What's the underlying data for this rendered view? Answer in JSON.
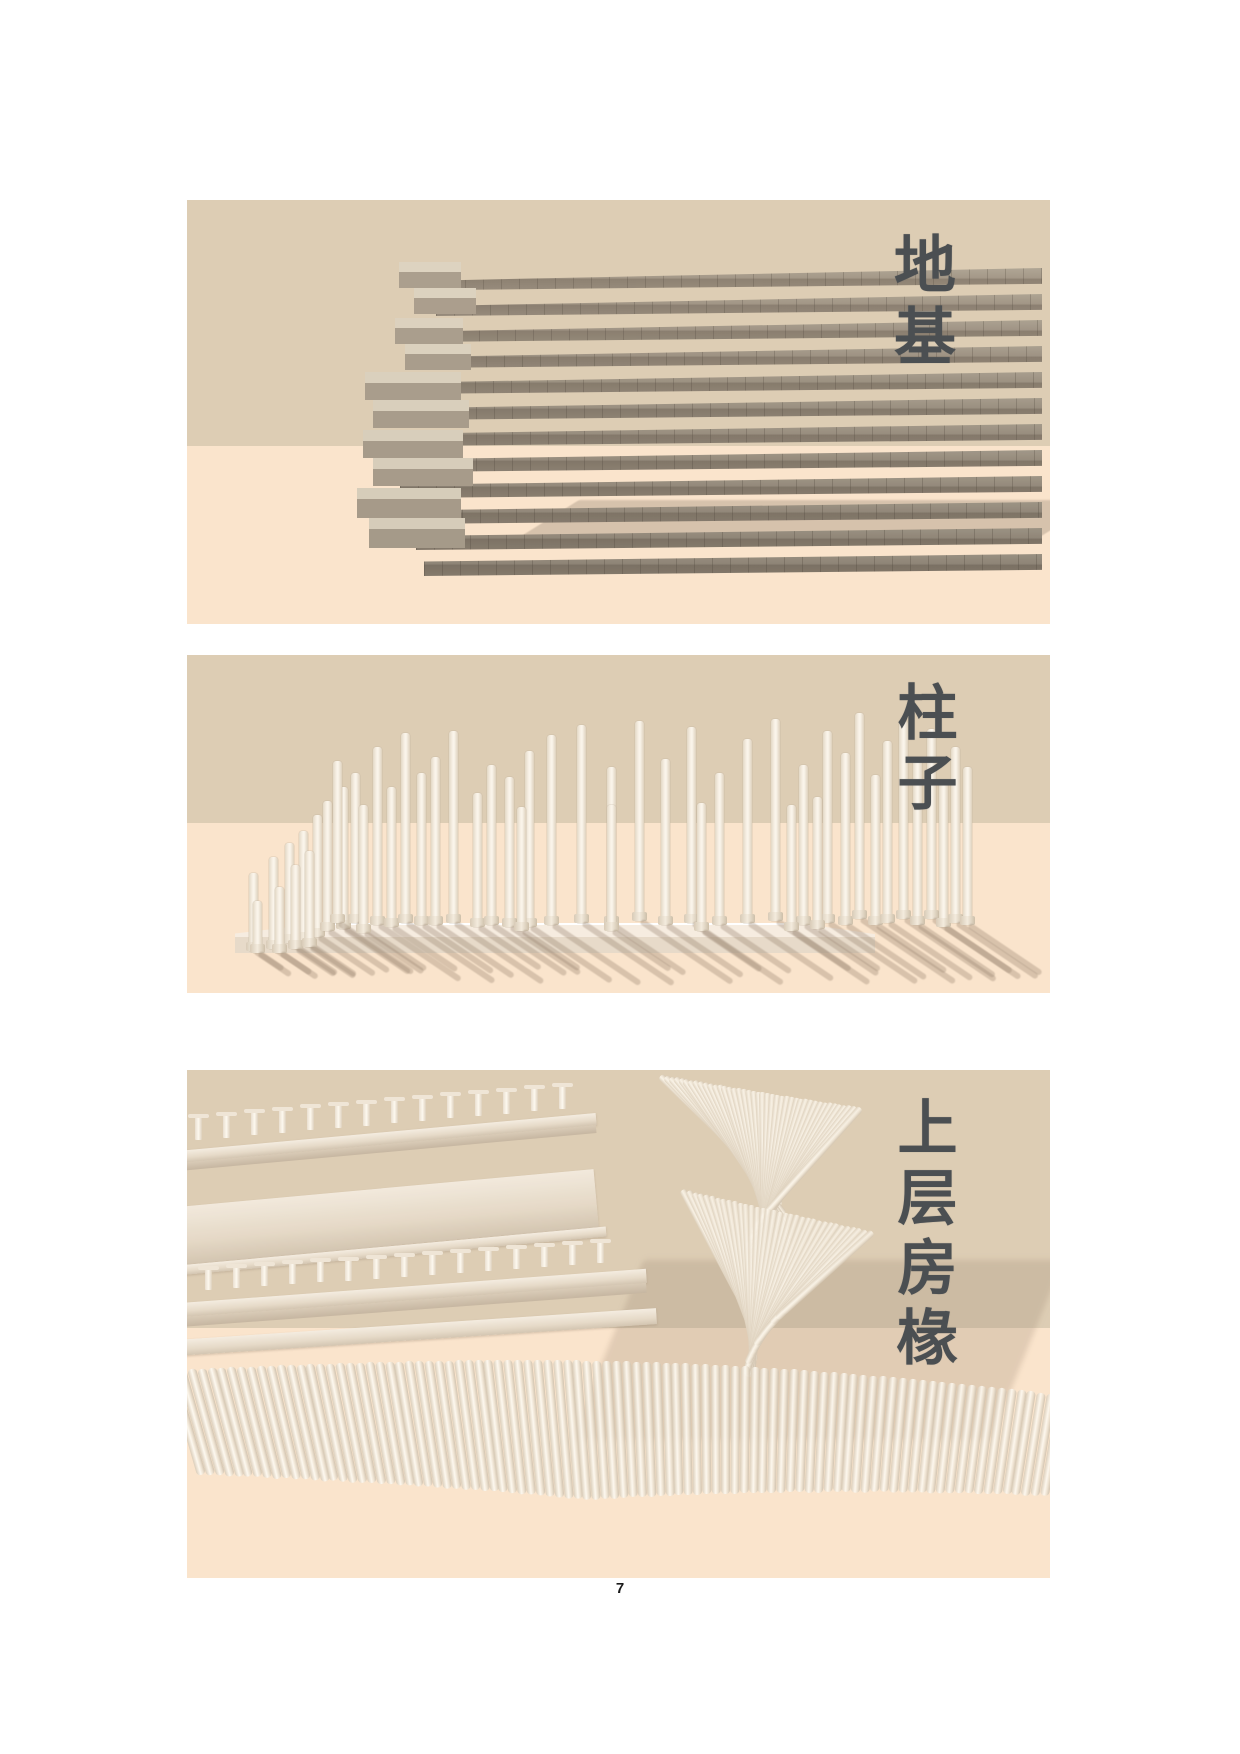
{
  "document": {
    "page_number": "7",
    "background_color": "#ffffff"
  },
  "panels": [
    {
      "id": "panel-1",
      "caption": "地基",
      "caption_meaning": "foundation",
      "subject": "stacked-stone-foundation-render",
      "sky_color": "#ddcdb4",
      "ground_color": "#fae4cc",
      "object_color": "#a39787"
    },
    {
      "id": "panel-2",
      "caption": "柱子",
      "caption_meaning": "columns",
      "subject": "columns-on-platform-render",
      "sky_color": "#ddcdb4",
      "ground_color": "#fae4cc",
      "object_color": "#f6efe3"
    },
    {
      "id": "panel-3",
      "caption": "上层房椽",
      "caption_meaning": "upper-storey rafters",
      "subject": "upper-roof-rafters-render",
      "sky_color": "#ddcdb4",
      "ground_color": "#fae4cc",
      "object_color": "#f4ece0"
    }
  ]
}
